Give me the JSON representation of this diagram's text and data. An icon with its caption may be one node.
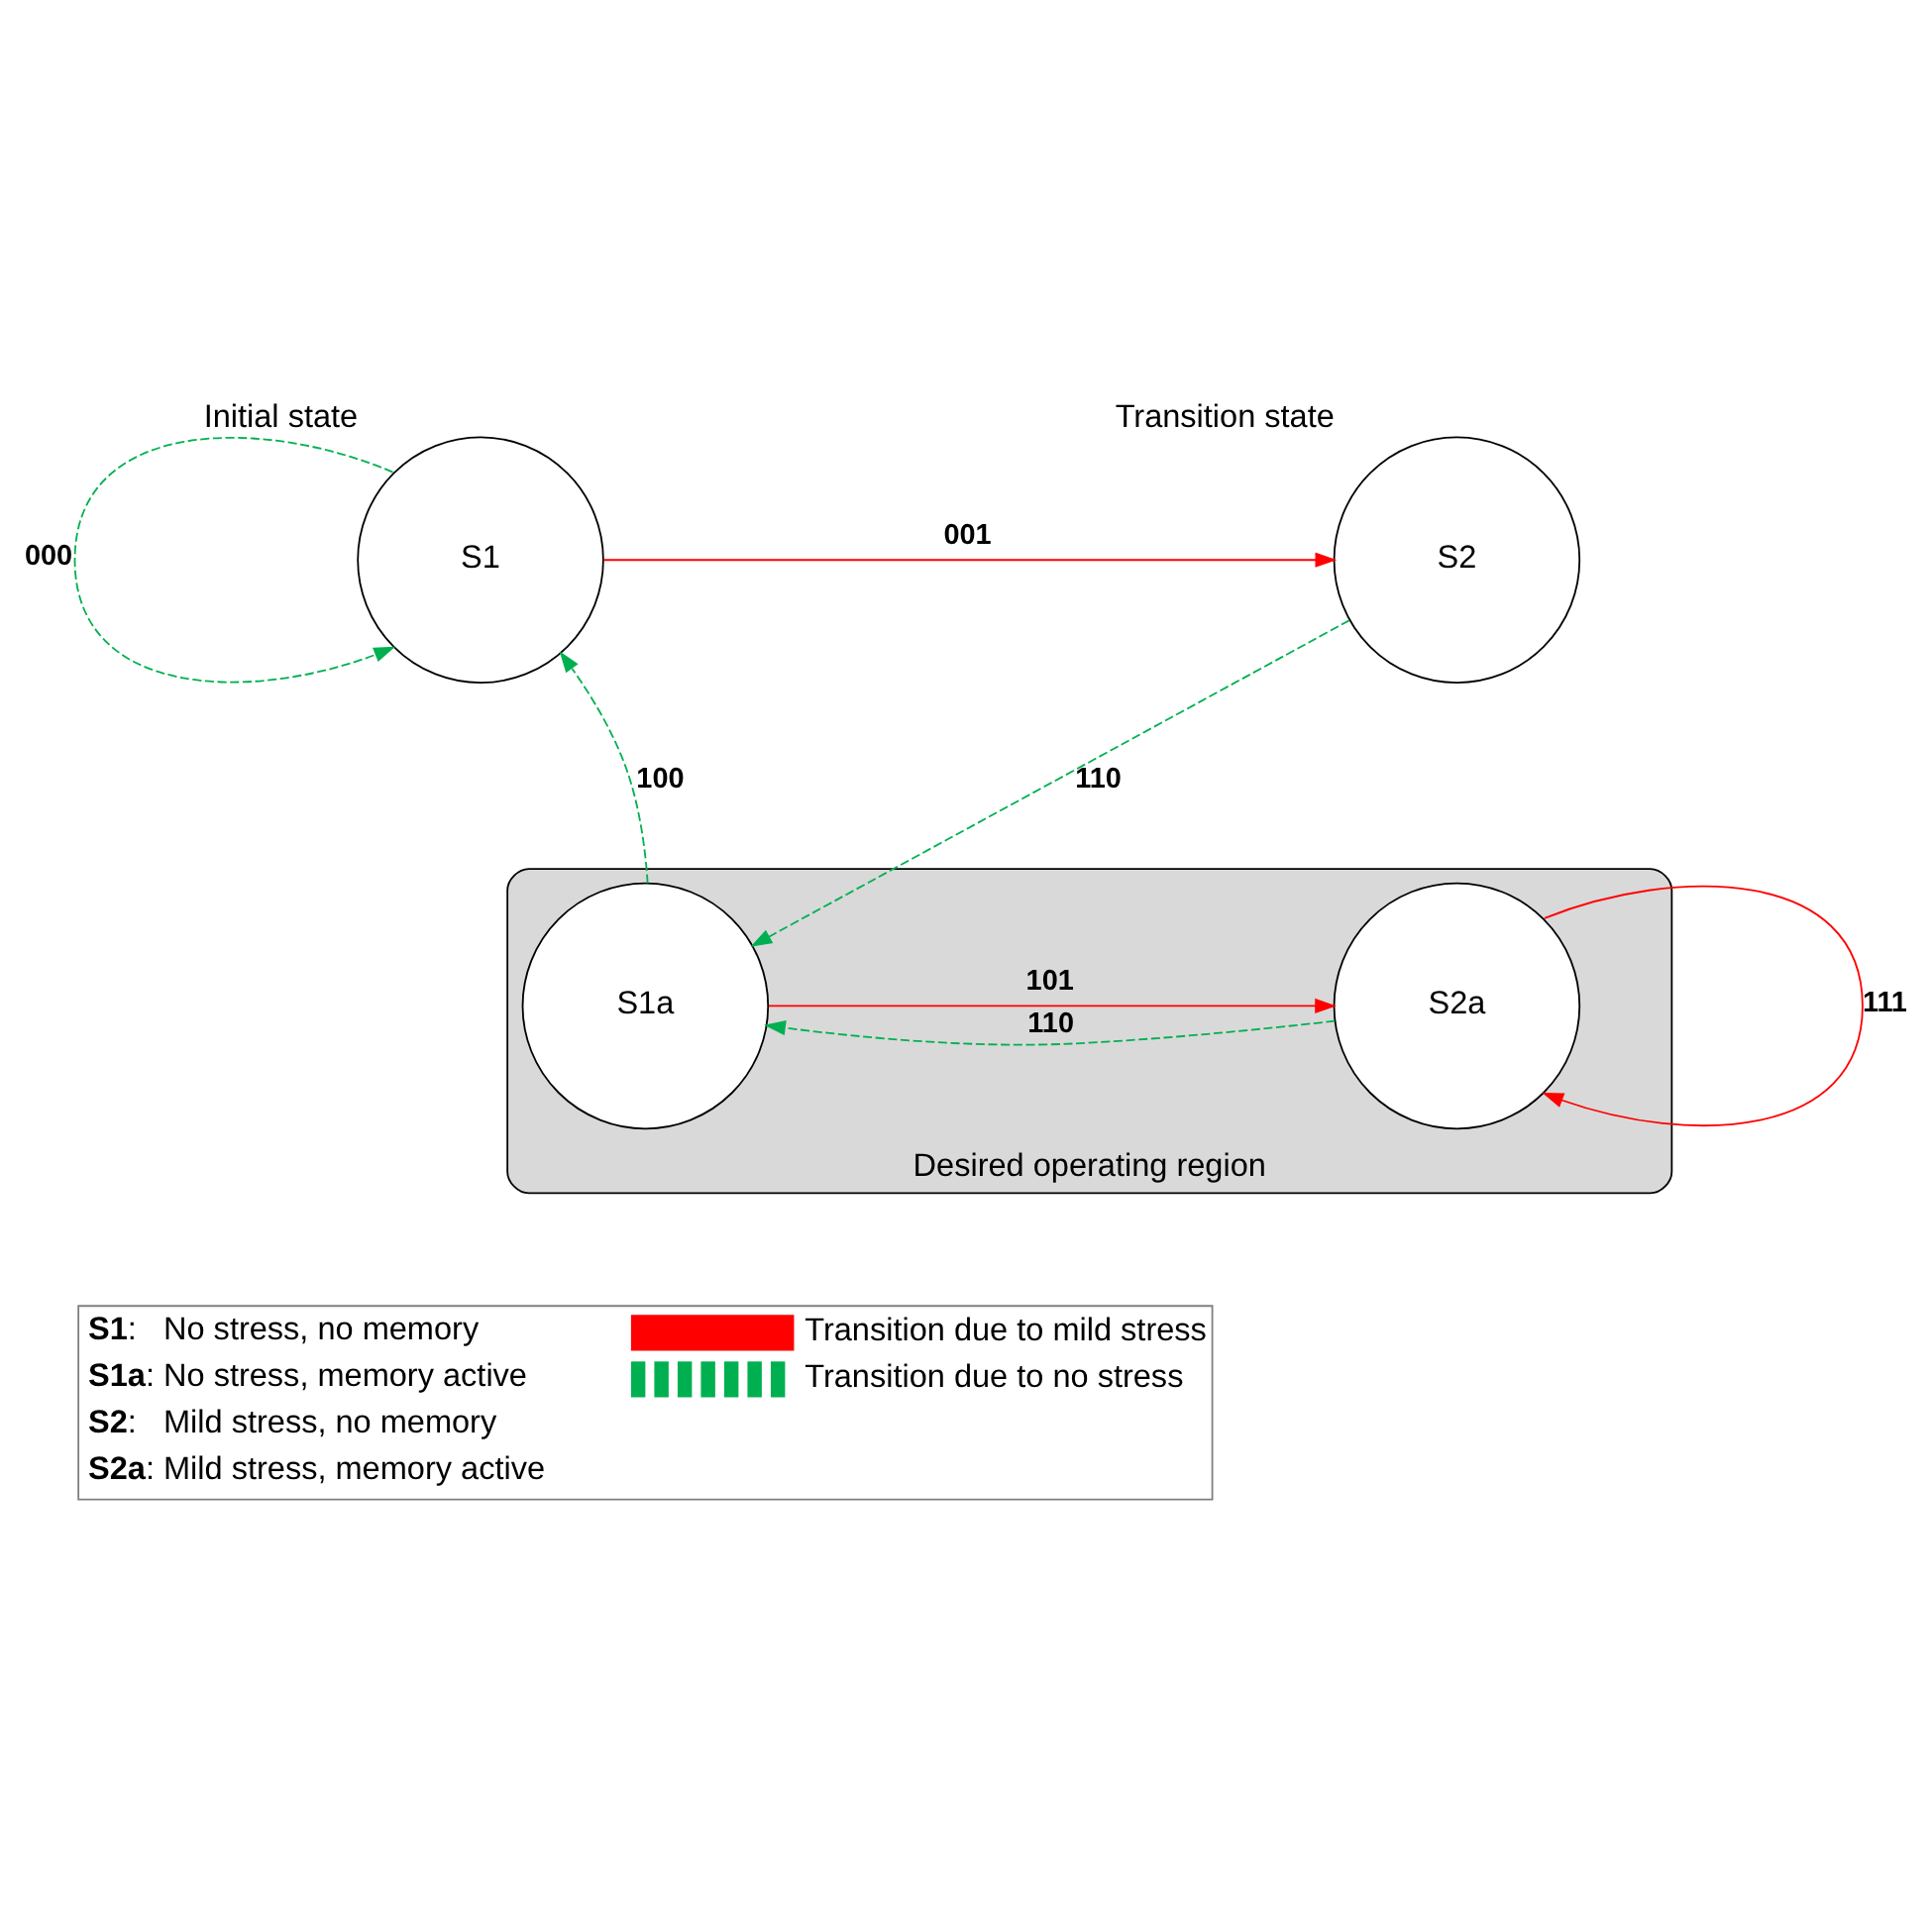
{
  "diagram": {
    "nodes": [
      {
        "text": [
          "S1"
        ],
        "beside": [
          "Initial state"
        ]
      },
      {
        "text": [
          "S2"
        ],
        "beside": [
          "Transition state"
        ]
      },
      {
        "text": [
          "Desired operating region"
        ]
      },
      {
        "text": [
          "S1a"
        ],
        "in": 2
      },
      {
        "text": [
          "S2a"
        ],
        "in": 2
      }
    ],
    "edges": [
      {
        "from": 0,
        "to": 0,
        "arrow": "to",
        "label": "000",
        "style": "dashed"
      },
      {
        "from": 0,
        "to": 1,
        "arrow": "to",
        "label": "001",
        "color": "#ff0000"
      },
      {
        "from": 1,
        "to": 3,
        "arrow": "to",
        "label": "110",
        "style": "dashed"
      },
      {
        "from": 3,
        "to": 0,
        "arrow": "to",
        "label": "100",
        "style": "dashed"
      },
      {
        "from": 3,
        "to": 4,
        "arrow": "to",
        "label": "101",
        "color": "#ff0000"
      },
      {
        "from": 4,
        "to": 3,
        "arrow": "to",
        "label": "110",
        "style": "dashed"
      },
      {
        "from": 4,
        "to": 4,
        "arrow": "to",
        "label": "111",
        "color": "#ff0000"
      }
    ],
    "labels": [
      "**S1**:   No stress, no memory",
      "**S1a**: No stress, memory active",
      "**S2**:   Mild stress, no memory",
      "**S2a**: Mild stress, memory active"
    ],
    "legend": [
      {
        "text": "Transition due to mild stress"
      },
      {
        "text": "Transition due to no stress"
      }
    ]
  }
}
